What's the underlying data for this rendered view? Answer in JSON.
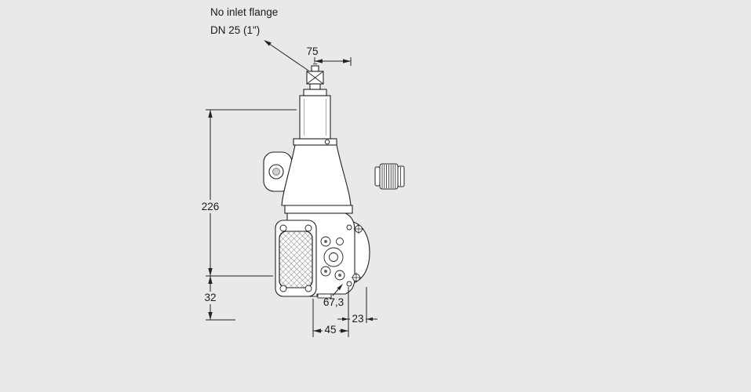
{
  "colors": {
    "background": "#e9e9e9",
    "line": "#222222",
    "fill": "#ffffff"
  },
  "annotation": {
    "line1": "No inlet flange",
    "line2": "DN 25 (1\")"
  },
  "dimensions": {
    "stem_offset": "75",
    "total_height": "226",
    "base_height": "32",
    "port_depth": "67,3",
    "bottom_width": "45",
    "outlet_offset": "23"
  }
}
